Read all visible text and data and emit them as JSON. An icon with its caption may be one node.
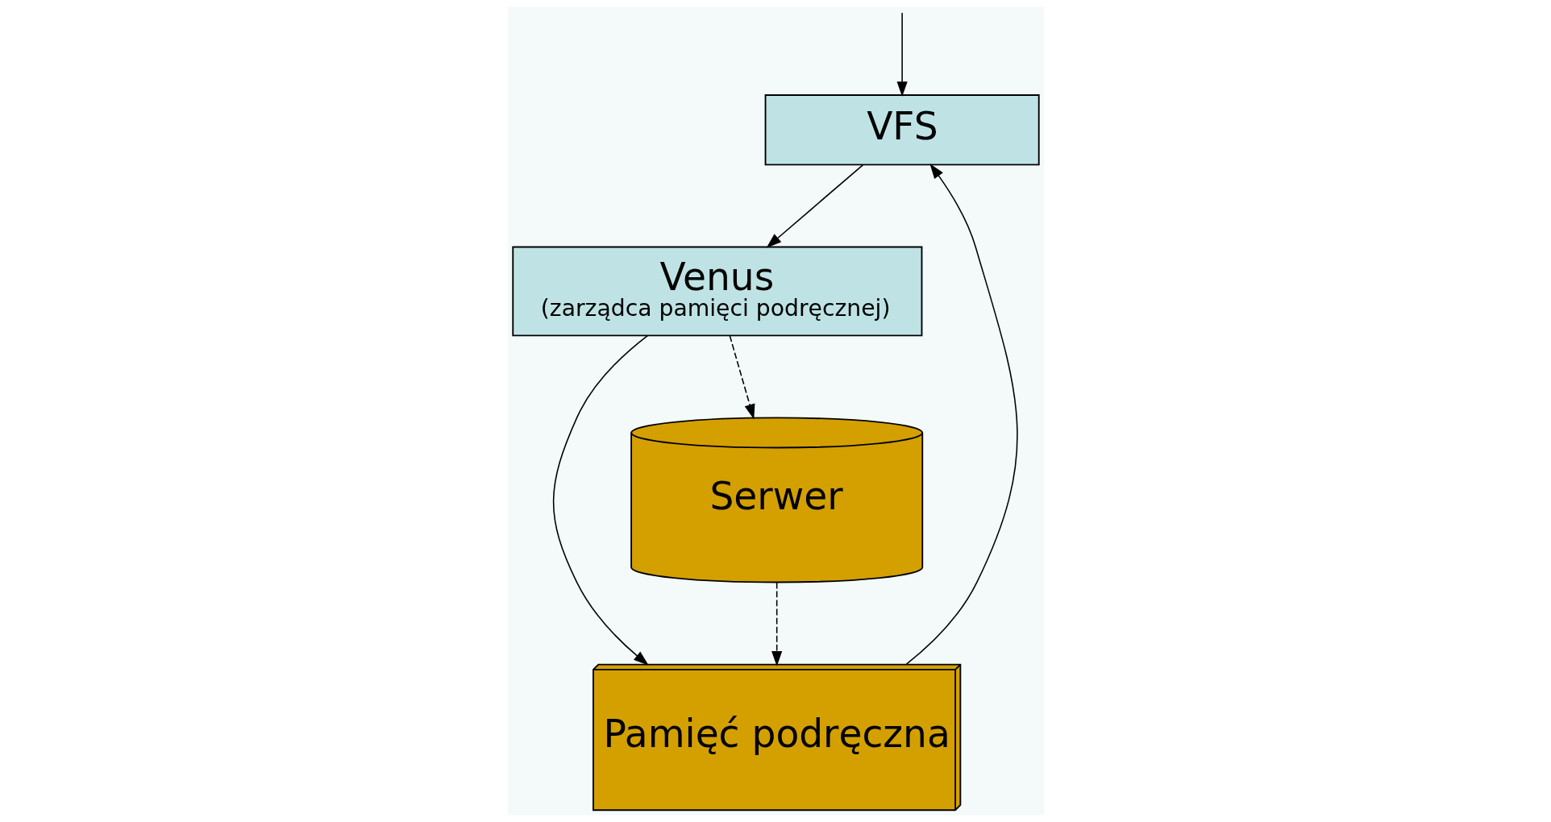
{
  "diagram": {
    "nodes": [
      {
        "text": [
          "VFS"
        ]
      },
      {
        "text": [
          "Venus",
          "(zarządca pamięci podręcznej)"
        ]
      },
      {
        "text": [
          "Pamięć podręczna"
        ]
      },
      {
        "text": [
          "Serwer"
        ]
      }
    ],
    "edges": [
      {
        "from": null,
        "to": 0,
        "arrow": "to"
      },
      {
        "from": 0,
        "to": 1,
        "arrow": "to"
      },
      {
        "from": 2,
        "to": 0,
        "arrow": "to"
      },
      {
        "from": 1,
        "to": 2,
        "arrow": "to"
      },
      {
        "from": 1,
        "to": 3,
        "arrow": "to",
        "style": "dashed"
      },
      {
        "from": 3,
        "to": 2,
        "arrow": "to",
        "style": "dashed"
      }
    ]
  }
}
